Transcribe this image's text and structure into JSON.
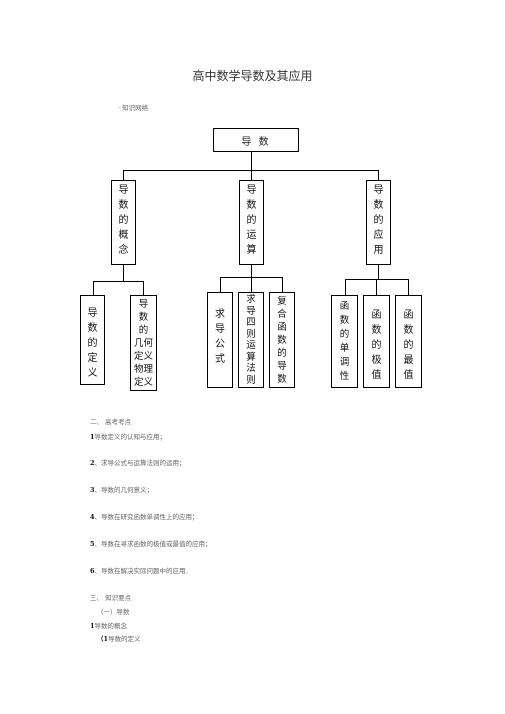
{
  "title": "高中数学导数及其应用",
  "section1_heading": "· 知识网络",
  "root_label": "导  数",
  "level1": [
    {
      "chars": [
        "导",
        "数",
        "的",
        "概",
        "念"
      ]
    },
    {
      "chars": [
        "导",
        "数",
        "的",
        "运",
        "算"
      ]
    },
    {
      "chars": [
        "导",
        "数",
        "的",
        "应",
        "用"
      ]
    }
  ],
  "level2_group1": [
    {
      "chars": [
        "导",
        "数",
        "的",
        "定",
        "义"
      ]
    },
    {
      "chars": [
        "导",
        "数",
        "的",
        "几何",
        "定义",
        "物理",
        "定义"
      ]
    }
  ],
  "level2_group2": [
    {
      "chars": [
        "求",
        "导",
        "公",
        "式"
      ]
    },
    {
      "chars": [
        "求",
        "导",
        "四",
        "则",
        "运",
        "算",
        "法",
        "则"
      ]
    },
    {
      "chars": [
        "复",
        "合",
        "函",
        "数",
        "的",
        "导",
        "数"
      ]
    }
  ],
  "level2_group3": [
    {
      "chars": [
        "函",
        "数",
        "的",
        "单",
        "调",
        "性"
      ]
    },
    {
      "chars": [
        "函",
        "数",
        "的",
        "极",
        "值"
      ]
    },
    {
      "chars": [
        "函",
        "数",
        "的",
        "最",
        "值"
      ]
    }
  ],
  "section2_heading": "二、 高考考点",
  "exam_points": [
    {
      "num": "1",
      "text": "导数定义的认知与应用；"
    },
    {
      "num": "2",
      "text": "、求导公式与运算法则的运用；"
    },
    {
      "num": "3",
      "text": "、导数的几何意义；"
    },
    {
      "num": "4",
      "text": "、导数在研究函数单调性上的应用；"
    },
    {
      "num": "5",
      "text": "、导数在寻求函数的极值或最值的应用；"
    },
    {
      "num": "6",
      "text": "、导数在解决实际问题中的应用．"
    }
  ],
  "section3_heading": "三、 知识要点",
  "subsection_heading": "（一）导数",
  "item1": {
    "num": "1",
    "text": "导数的概念"
  },
  "item1_1": {
    "num": "（1",
    "text": "导数的定义"
  }
}
